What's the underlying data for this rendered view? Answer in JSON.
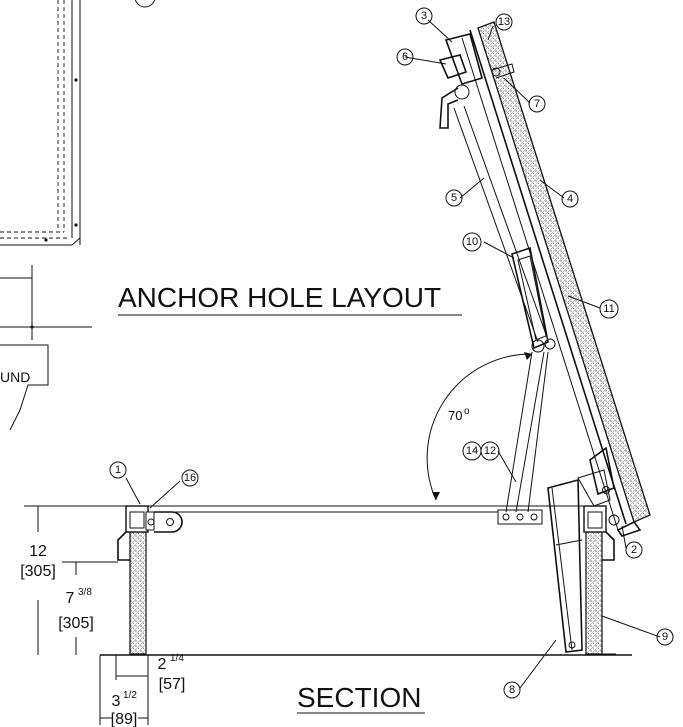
{
  "titles": {
    "anchor_layout": "ANCHOR HOLE LAYOUT",
    "section": "SECTION"
  },
  "partial_label": "UND",
  "angle": {
    "value": "70",
    "unit": "o"
  },
  "callouts": [
    "1",
    "2",
    "3",
    "4",
    "5",
    "6",
    "7",
    "8",
    "9",
    "10",
    "11",
    "12",
    "13",
    "14",
    "16"
  ],
  "dimensions": {
    "height_total": "12",
    "height_total_mm": "[305]",
    "height_curb_whole": "7",
    "height_curb_frac": "3/8",
    "height_curb_mm": "[305]",
    "width_flange_whole": "2",
    "width_flange_frac": "1/4",
    "width_flange_mm": "[57]",
    "width_curb_whole": "3",
    "width_curb_frac": "1/2",
    "width_curb_mm": "[89]"
  }
}
